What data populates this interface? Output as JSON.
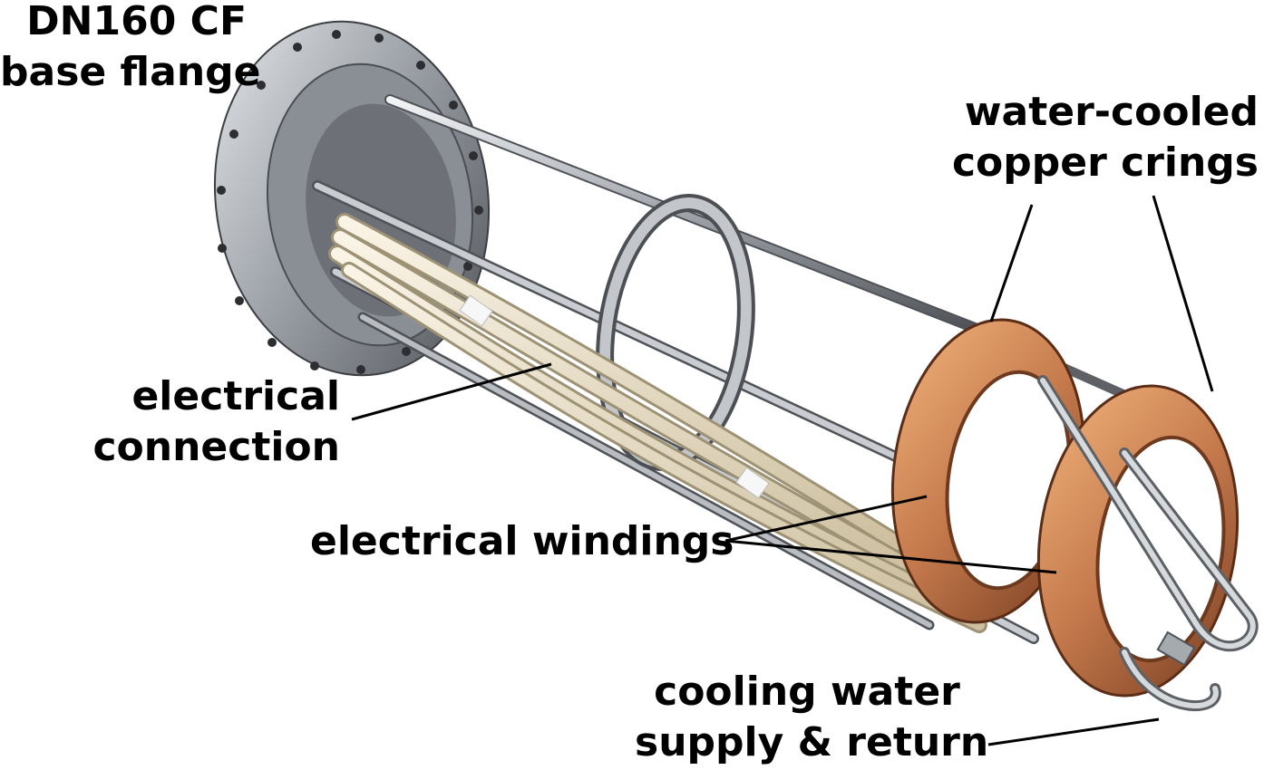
{
  "labels": {
    "base_flange": {
      "line1": "DN160 CF",
      "line2": "base flange"
    },
    "copper_rings": {
      "line1": "water-cooled",
      "line2": "copper crings"
    },
    "electrical_connection": {
      "line1": "electrical",
      "line2": "connection"
    },
    "electrical_windings": {
      "line1": "electrical windings"
    },
    "cooling_water": {
      "line1": "cooling water",
      "line2": "supply & return"
    }
  },
  "colors": {
    "steel": "#b9bdc2",
    "steel_dark": "#5d6166",
    "copper": "#c57a4c",
    "copper_dark": "#7a3f22",
    "copper_light": "#e8a56b",
    "ceramic": "#ebe0c6",
    "leader": "#000000"
  }
}
